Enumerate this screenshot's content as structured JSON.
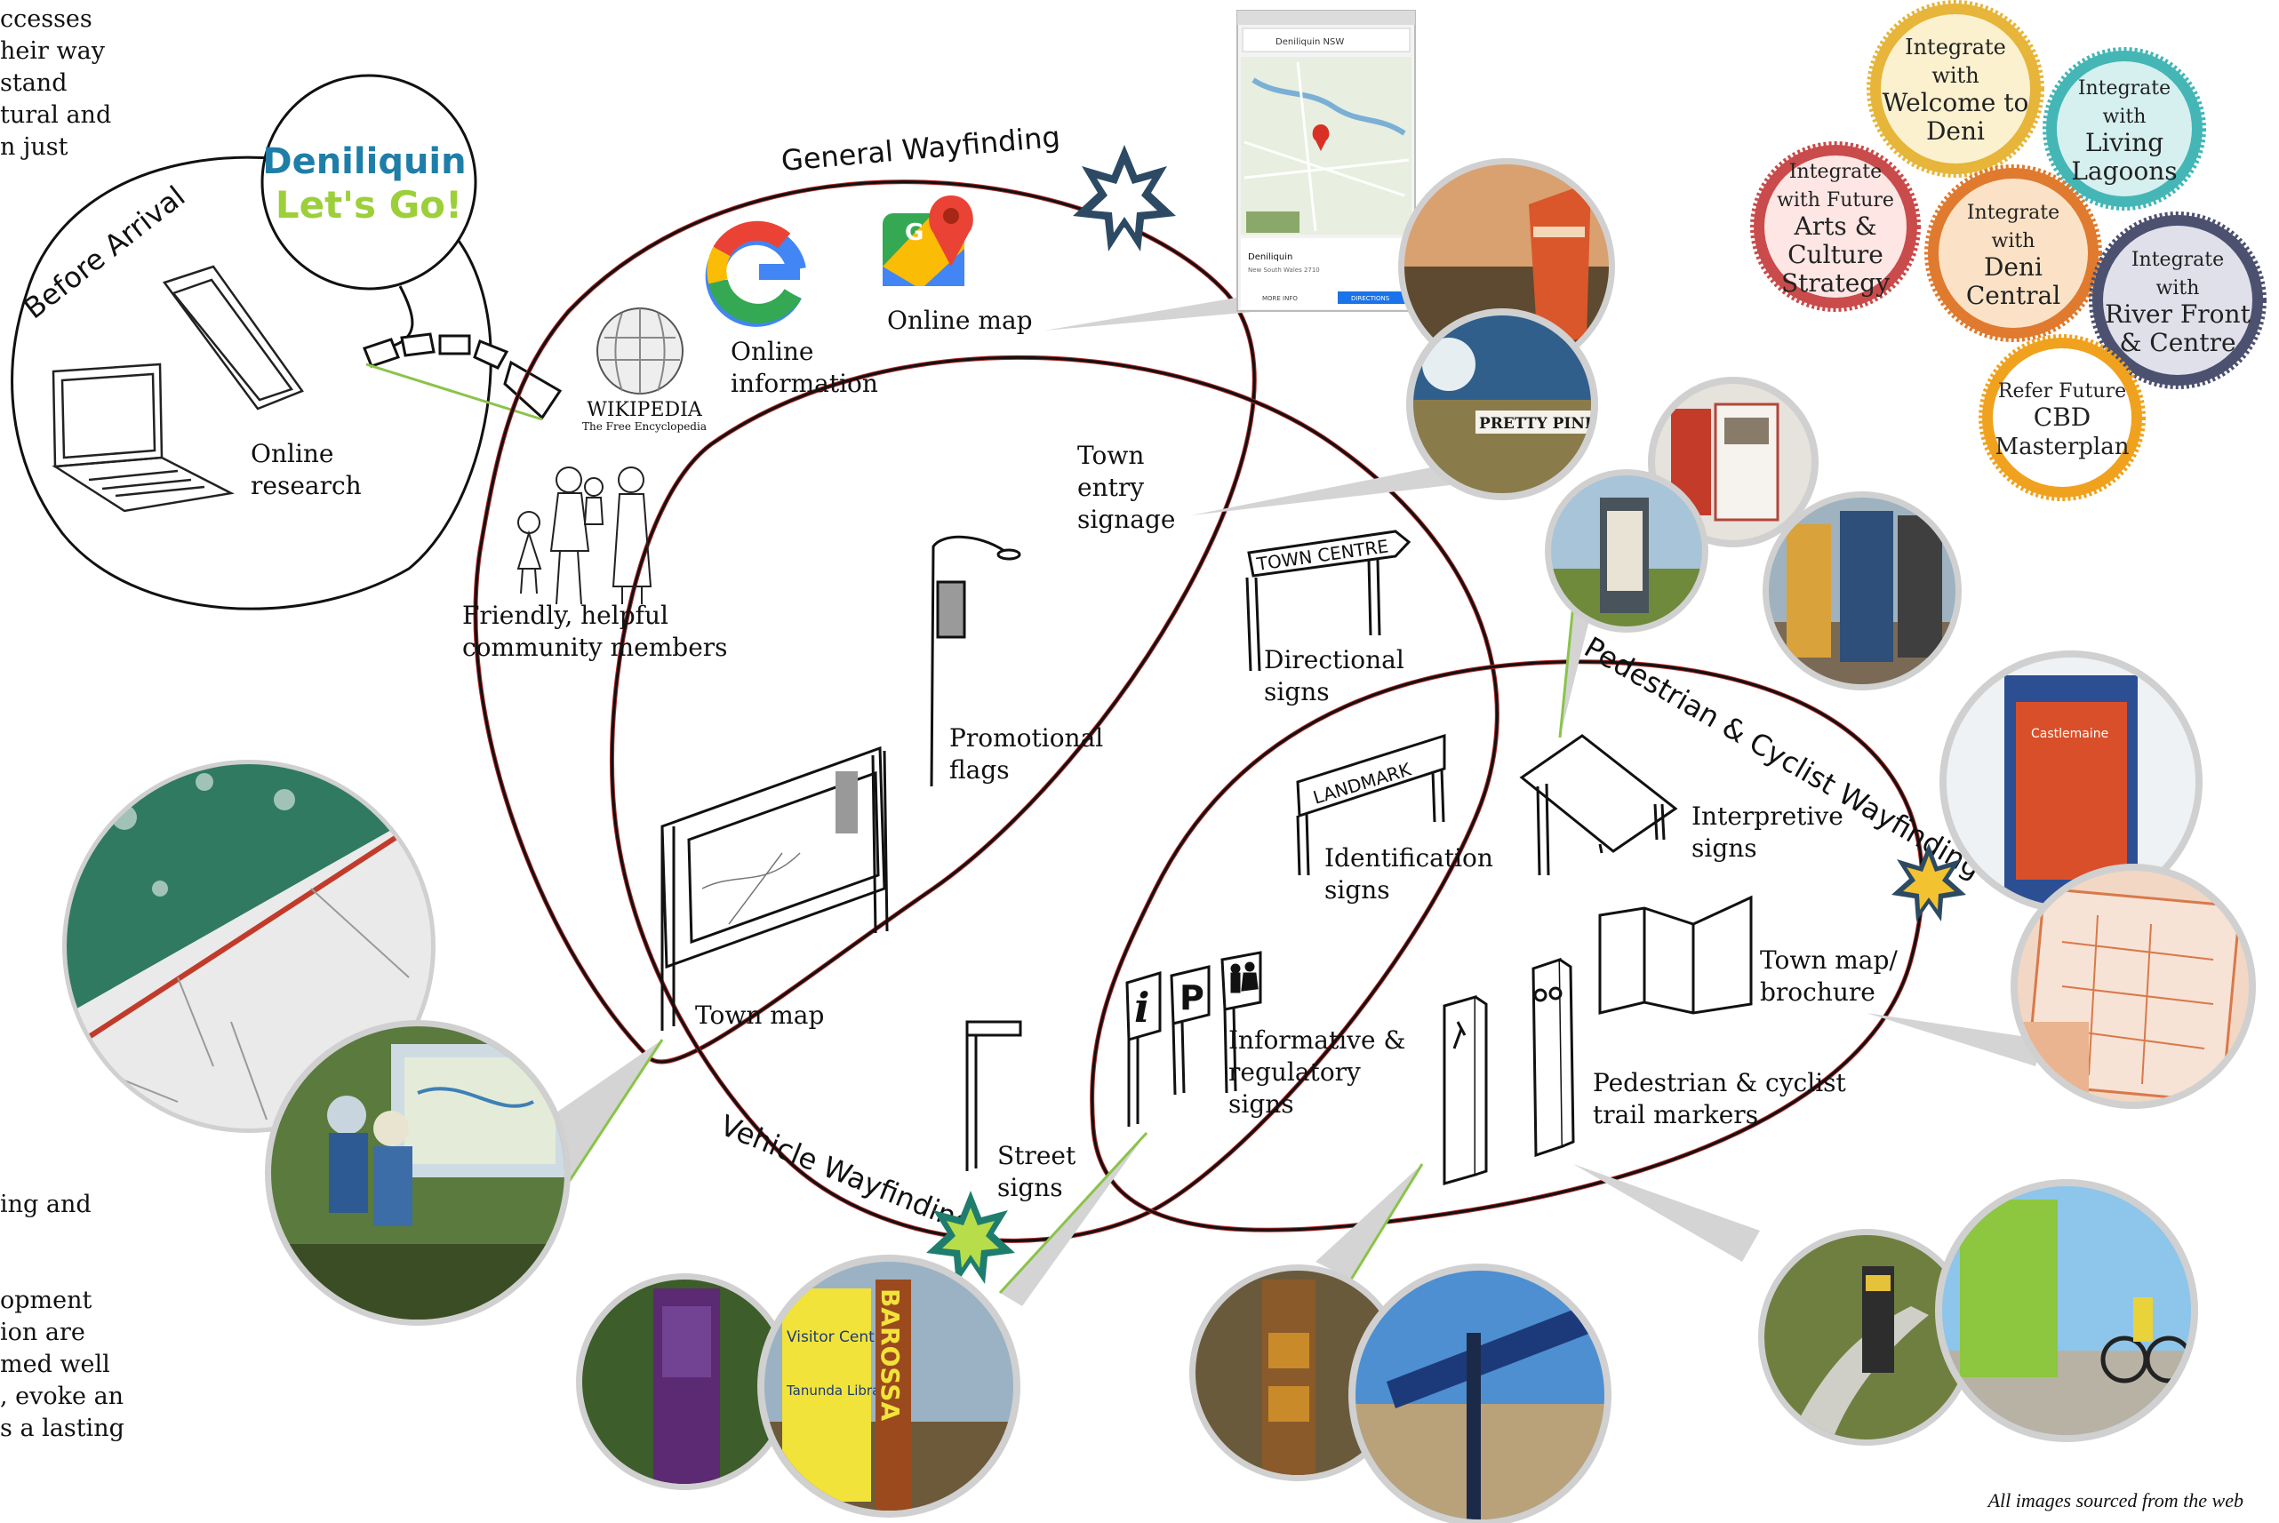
{
  "side_text": {
    "top": [
      "ccesses",
      "heir way",
      "stand",
      "tural and",
      "n just"
    ],
    "bottom": [
      "ing and",
      "",
      "",
      "opment",
      "ion are",
      "med well",
      ", evoke an",
      "s a lasting"
    ]
  },
  "credit": "All images sourced from the web",
  "before_arrival": {
    "title": "Before Arrival",
    "logo_line1": "Deniliquin",
    "logo_line2": "Let's Go!",
    "online_research": [
      "Online",
      "research"
    ]
  },
  "general": {
    "title": "General Wayfinding",
    "wiki_name": "WIKIPEDIA",
    "wiki_sub": "The Free Encyclopedia",
    "online_information": [
      "Online",
      "information"
    ],
    "online_map": "Online map",
    "friendly": [
      "Friendly, helpful",
      "community members"
    ],
    "map_app": {
      "search": "Deniliquin NSW",
      "place": "Deniliquin",
      "sub": "New South Wales 2710",
      "more": "MORE INFO",
      "directions": "DIRECTIONS"
    }
  },
  "town": {
    "entry_signage": [
      "Town",
      "entry",
      "signage"
    ],
    "directional_sign_text": "TOWN CENTRE",
    "directional_signs": [
      "Directional",
      "signs"
    ],
    "promotional_flags": [
      "Promotional",
      "flags"
    ],
    "town_map": "Town map",
    "pretty_pine": "PRETTY PINE"
  },
  "pedestrian": {
    "title": "Pedestrian & Cyclist Wayfinding",
    "landmark": "LANDMARK",
    "identification_signs": [
      "Identification",
      "signs"
    ],
    "interpretive_signs": [
      "Interpretive",
      "signs"
    ],
    "town_map_brochure": [
      "Town map/",
      "brochure"
    ],
    "trail_markers": [
      "Pedestrian & cyclist",
      "trail markers"
    ],
    "informative": [
      "Informative &",
      "regulatory",
      "signs"
    ],
    "brochure_title": "Castlemaine"
  },
  "vehicle": {
    "title": "Vehicle Wayfinding",
    "street_signs": [
      "Street",
      "signs"
    ],
    "photo_visitor": "Visitor Centre",
    "photo_library": "Tanunda Library",
    "photo_barossa": "BAROSSA"
  },
  "integrations": [
    {
      "lines": [
        "Integrate",
        "with",
        "Welcome to",
        "Deni"
      ],
      "color": "#e6b53a",
      "fill": "#fbf1cf"
    },
    {
      "lines": [
        "Integrate",
        "with",
        "Living",
        "Lagoons"
      ],
      "color": "#45b6b6",
      "fill": "#d5f0ef"
    },
    {
      "lines": [
        "Integrate",
        "with Future",
        "Arts &",
        "Culture",
        "Strategy"
      ],
      "color": "#c94b4b",
      "fill": "#fde6e3"
    },
    {
      "lines": [
        "Integrate",
        "with",
        "Deni",
        "Central"
      ],
      "color": "#e07a2e",
      "fill": "#fbe2c6"
    },
    {
      "lines": [
        "Integrate",
        "with",
        "River Front",
        "& Centre"
      ],
      "color": "#4d5170",
      "fill": "#dfe0ea"
    },
    {
      "lines": [
        "Refer Future",
        "CBD",
        "Masterplan"
      ],
      "color": "#f0a21e",
      "fill": "#ffffff"
    }
  ],
  "colors": {
    "outline": "#111111",
    "outline_red": "#b22222",
    "callout": "#d4d4d4",
    "callout_edge": "#8bc34a",
    "star_blue": "#2c4a63",
    "star_teal": "#1f7d6e",
    "star_gold": "#f2c230"
  }
}
